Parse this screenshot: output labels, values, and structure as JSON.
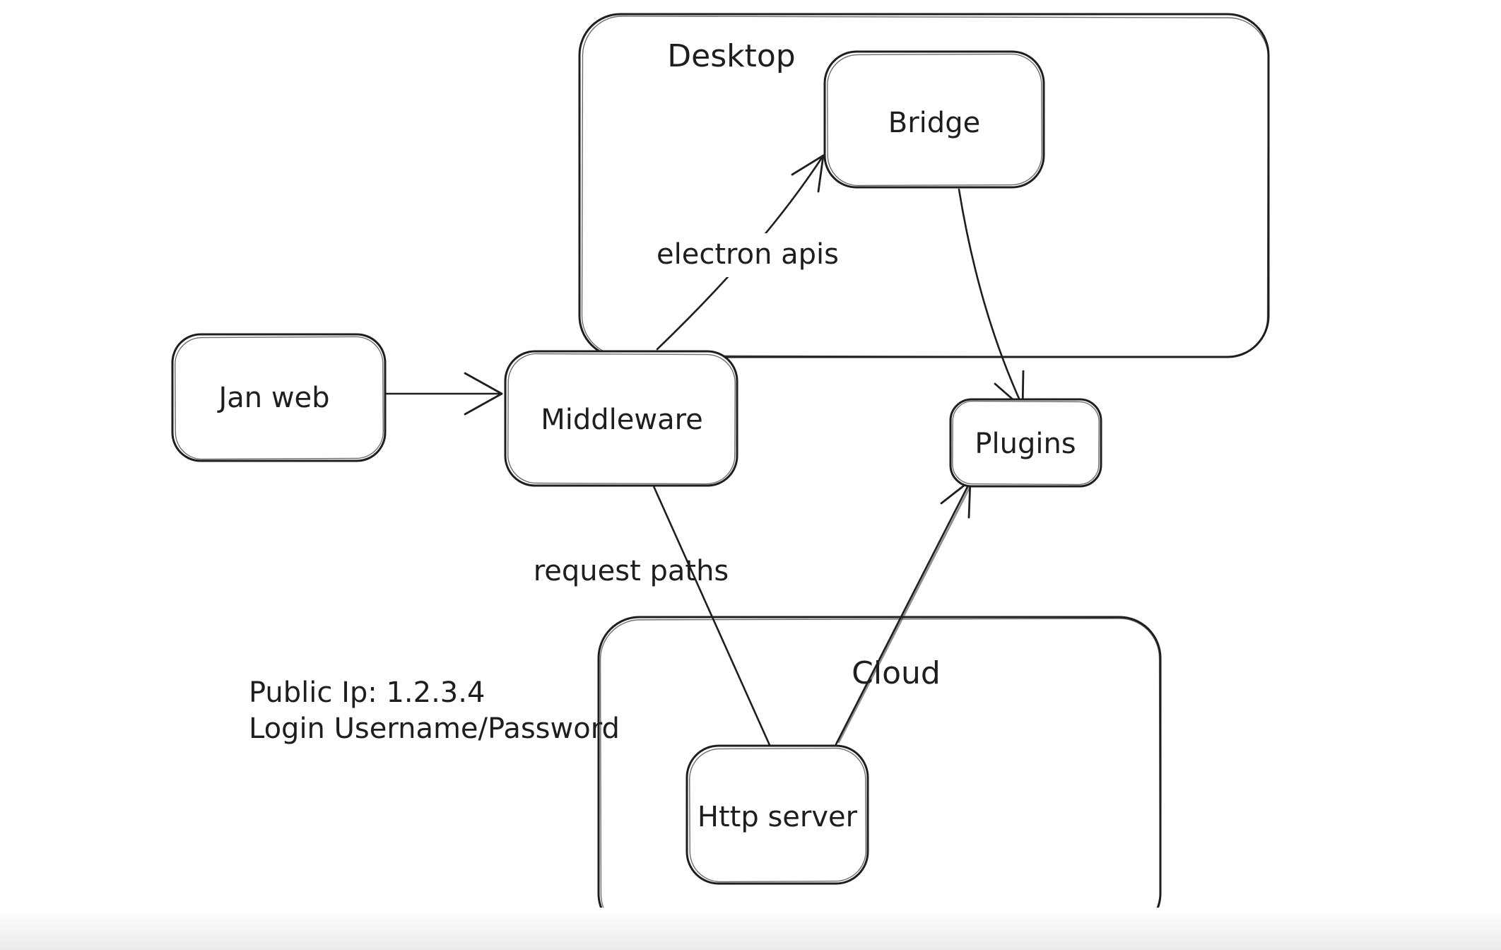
{
  "colors": {
    "stroke": "#1e1e1e",
    "background": "#ffffff",
    "bottom_fade": "#ebebeb"
  },
  "containers": {
    "desktop": {
      "label": "Desktop"
    },
    "cloud": {
      "label": "Cloud"
    }
  },
  "nodes": {
    "jan_web": {
      "label": "Jan web"
    },
    "middleware": {
      "label": "Middleware"
    },
    "bridge": {
      "label": "Bridge"
    },
    "plugins": {
      "label": "Plugins"
    },
    "http_server": {
      "label": "Http server"
    }
  },
  "edges": [
    {
      "from": "Jan web",
      "to": "Middleware",
      "label": ""
    },
    {
      "from": "Middleware",
      "to": "Bridge",
      "label": "electron apis"
    },
    {
      "from": "Bridge",
      "to": "Plugins",
      "label": ""
    },
    {
      "from": "Middleware",
      "to": "Http server",
      "label": "request paths"
    },
    {
      "from": "Http server",
      "to": "Plugins",
      "label": ""
    }
  ],
  "annotation": {
    "line1": "Public Ip: 1.2.3.4",
    "line2": "Login Username/Password"
  }
}
